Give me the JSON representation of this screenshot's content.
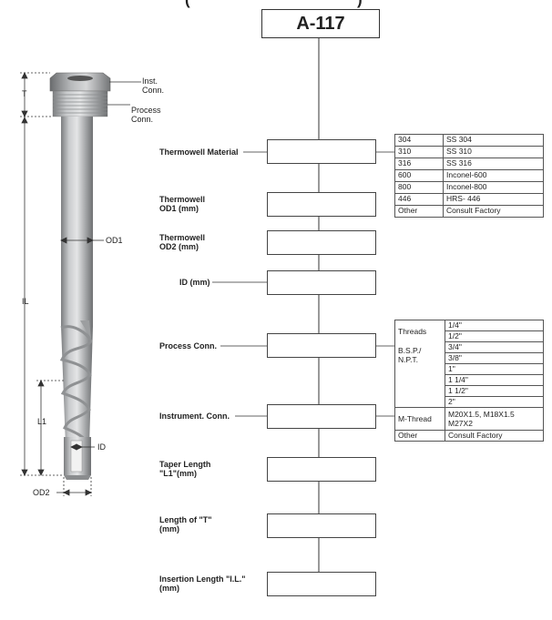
{
  "title_fragment": "(",
  "title_fragment_end": ")",
  "model": "A-117",
  "drawing": {
    "labels": {
      "T": "T",
      "inst_conn": "Inst.\nConn.",
      "process_conn": "Process\nConn.",
      "OD1": "OD1",
      "IL": "IL",
      "L1": "L1",
      "ID": "ID",
      "OD2": "OD2"
    }
  },
  "fields": [
    {
      "key": "material",
      "label": "Thermowell Material"
    },
    {
      "key": "od1",
      "label": "Thermowell\nOD1 (mm)"
    },
    {
      "key": "od2",
      "label": "Thermowell\nOD2 (mm)"
    },
    {
      "key": "id",
      "label": "ID (mm)"
    },
    {
      "key": "process",
      "label": "Process Conn."
    },
    {
      "key": "instrument",
      "label": "Instrument. Conn."
    },
    {
      "key": "taper",
      "label": "Taper Length\n\"L1\"(mm)"
    },
    {
      "key": "t",
      "label": "Length of \"T\"\n(mm)"
    },
    {
      "key": "insertion",
      "label": "Insertion Length \"I.L.\"\n(mm)"
    }
  ],
  "material_table": [
    [
      "304",
      "SS 304"
    ],
    [
      "310",
      "SS 310"
    ],
    [
      "316",
      "SS 316"
    ],
    [
      "600",
      "Inconel-600"
    ],
    [
      "800",
      "Inconel-800"
    ],
    [
      "446",
      "HRS- 446"
    ],
    [
      "Other",
      "Consult Factory"
    ]
  ],
  "connection_table": {
    "threads_label": "Threads",
    "bsp_label": "B.S.P./\nN.P.T.",
    "thread_sizes": [
      "1/4\"",
      "1/2\"",
      "3/4\"",
      "3/8\"",
      "1\"",
      "1 1/4\"",
      "1 1/2\"",
      "2\""
    ],
    "m_thread_label": "M-Thread",
    "m_thread_value": "M20X1.5, M18X1.5\nM27X2",
    "other_label": "Other",
    "other_value": "Consult Factory"
  }
}
